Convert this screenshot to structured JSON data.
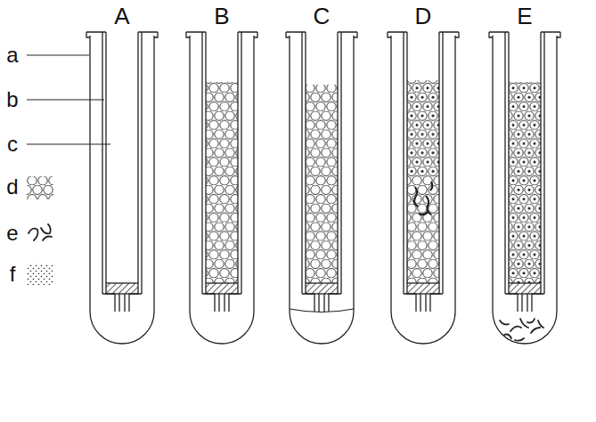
{
  "diagram": {
    "labels": [
      "A",
      "B",
      "C",
      "D",
      "E",
      "a",
      "b",
      "c"
    ],
    "legend": [
      {
        "text": "d"
      },
      {
        "text": "e"
      },
      {
        "text": "f"
      }
    ]
  }
}
